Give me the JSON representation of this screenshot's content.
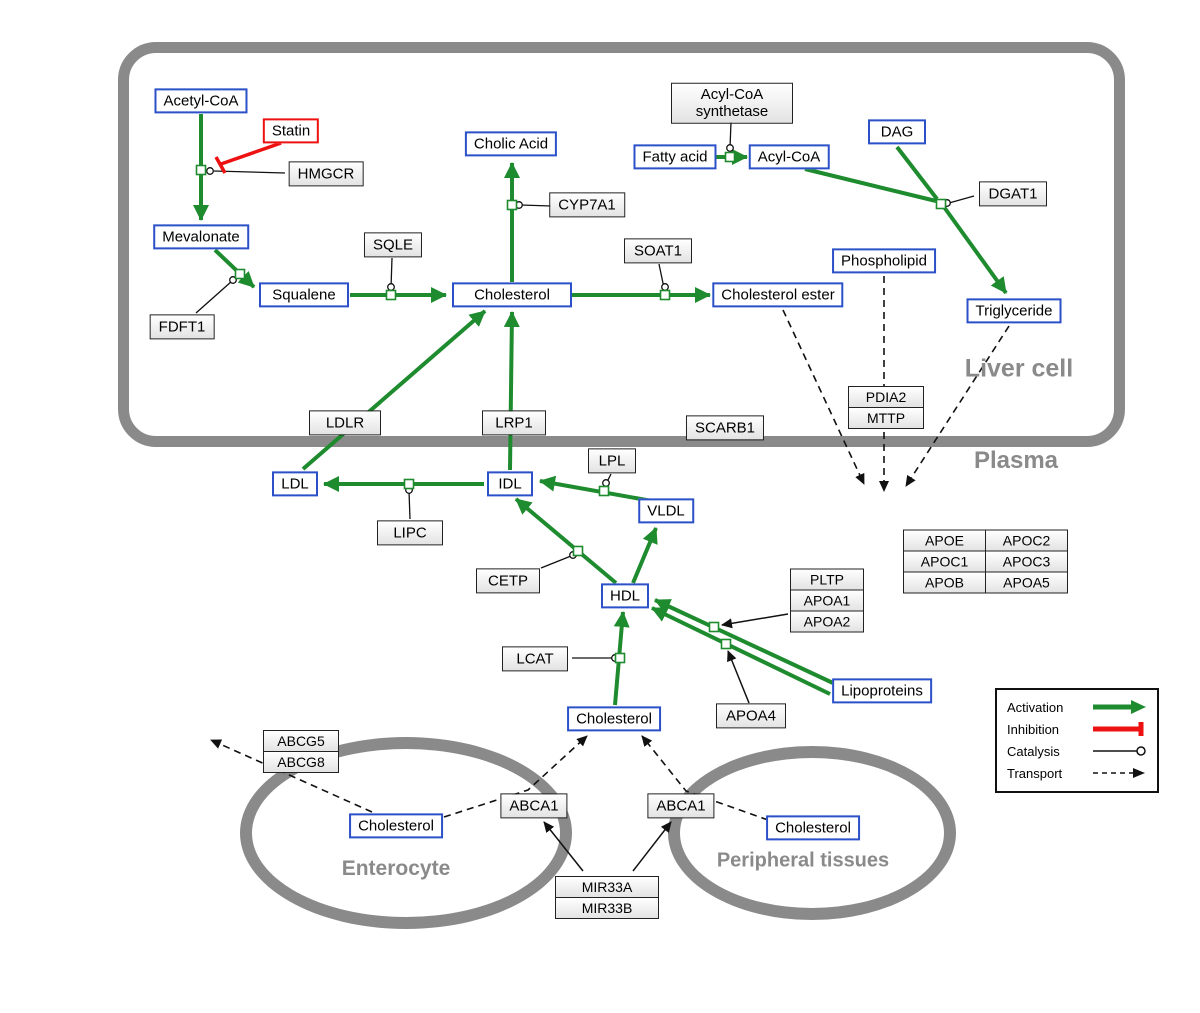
{
  "regions": {
    "liver": "Liver cell",
    "plasma": "Plasma",
    "enterocyte": "Enterocyte",
    "peripheral": "Peripheral tissues"
  },
  "metabolites": {
    "acetyl_coa": "Acetyl-CoA",
    "mevalonate": "Mevalonate",
    "squalene": "Squalene",
    "cholesterol_liver": "Cholesterol",
    "cholic_acid": "Cholic Acid",
    "fatty_acid": "Fatty acid",
    "acyl_coa": "Acyl-CoA",
    "dag": "DAG",
    "phospholipid": "Phospholipid",
    "triglyceride": "Triglyceride",
    "cholesterol_ester": "Cholesterol ester",
    "ldl": "LDL",
    "idl": "IDL",
    "vldl": "VLDL",
    "hdl": "HDL",
    "cholesterol_plasma": "Cholesterol",
    "lipoproteins": "Lipoproteins",
    "cholesterol_enterocyte": "Cholesterol",
    "cholesterol_peripheral": "Cholesterol"
  },
  "drugs": {
    "statin": "Statin"
  },
  "proteins": {
    "hmgcr": "HMGCR",
    "sqle": "SQLE",
    "fdft1": "FDFT1",
    "cyp7a1": "CYP7A1",
    "soat1": "SOAT1",
    "acs": "Acyl-CoA synthetase",
    "dgat1": "DGAT1",
    "ldlr": "LDLR",
    "lrp1": "LRP1",
    "scarb1": "SCARB1",
    "pdia2": "PDIA2",
    "mttp": "MTTP",
    "lipc": "LIPC",
    "lpl": "LPL",
    "cetp": "CETP",
    "lcat": "LCAT",
    "pltp": "PLTP",
    "apoa1": "APOA1",
    "apoa2": "APOA2",
    "apoa4": "APOA4",
    "apoe": "APOE",
    "apoc1": "APOC1",
    "apob": "APOB",
    "apoc2": "APOC2",
    "apoc3": "APOC3",
    "apoa5": "APOA5",
    "abcg5": "ABCG5",
    "abcg8": "ABCG8",
    "abca1_enterocyte": "ABCA1",
    "abca1_peripheral": "ABCA1",
    "mir33a": "MIR33A",
    "mir33b": "MIR33B"
  },
  "legend": {
    "activation": "Activation",
    "inhibition": "Inhibition",
    "catalysis": "Catalysis",
    "transport": "Transport"
  },
  "colors": {
    "activation_green": "#1e8b2e",
    "inhibition_red": "#ee1111",
    "metabolite_border_blue": "#2b50c8",
    "membrane_gray": "#8a8a8a"
  }
}
